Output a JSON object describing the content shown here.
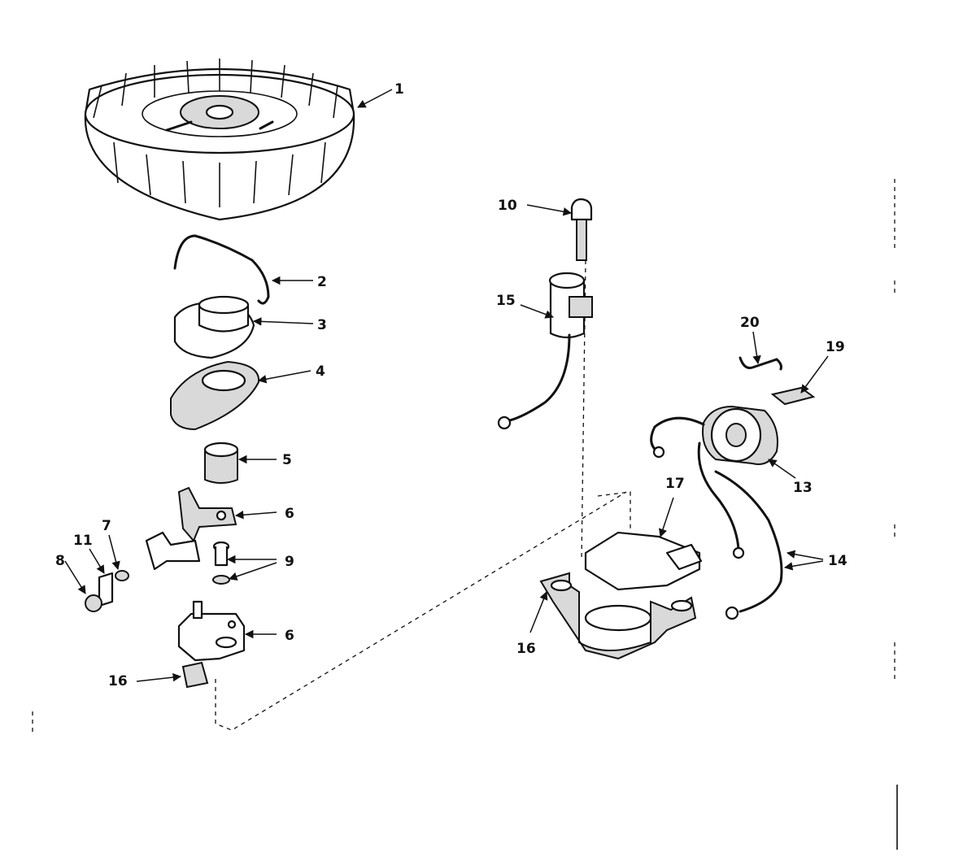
{
  "callouts": {
    "c1": "1",
    "c2": "2",
    "c3": "3",
    "c4": "4",
    "c5": "5",
    "c6a": "6",
    "c6b": "6",
    "c7": "7",
    "c8": "8",
    "c9": "9",
    "c10": "10",
    "c11": "11",
    "c13": "13",
    "c14": "14",
    "c15": "15",
    "c16a": "16",
    "c16b": "16",
    "c17": "17",
    "c19": "19",
    "c20": "20"
  },
  "colors": {
    "ink": "#111111",
    "paper": "#ffffff",
    "shade": "#d9d9d9"
  }
}
